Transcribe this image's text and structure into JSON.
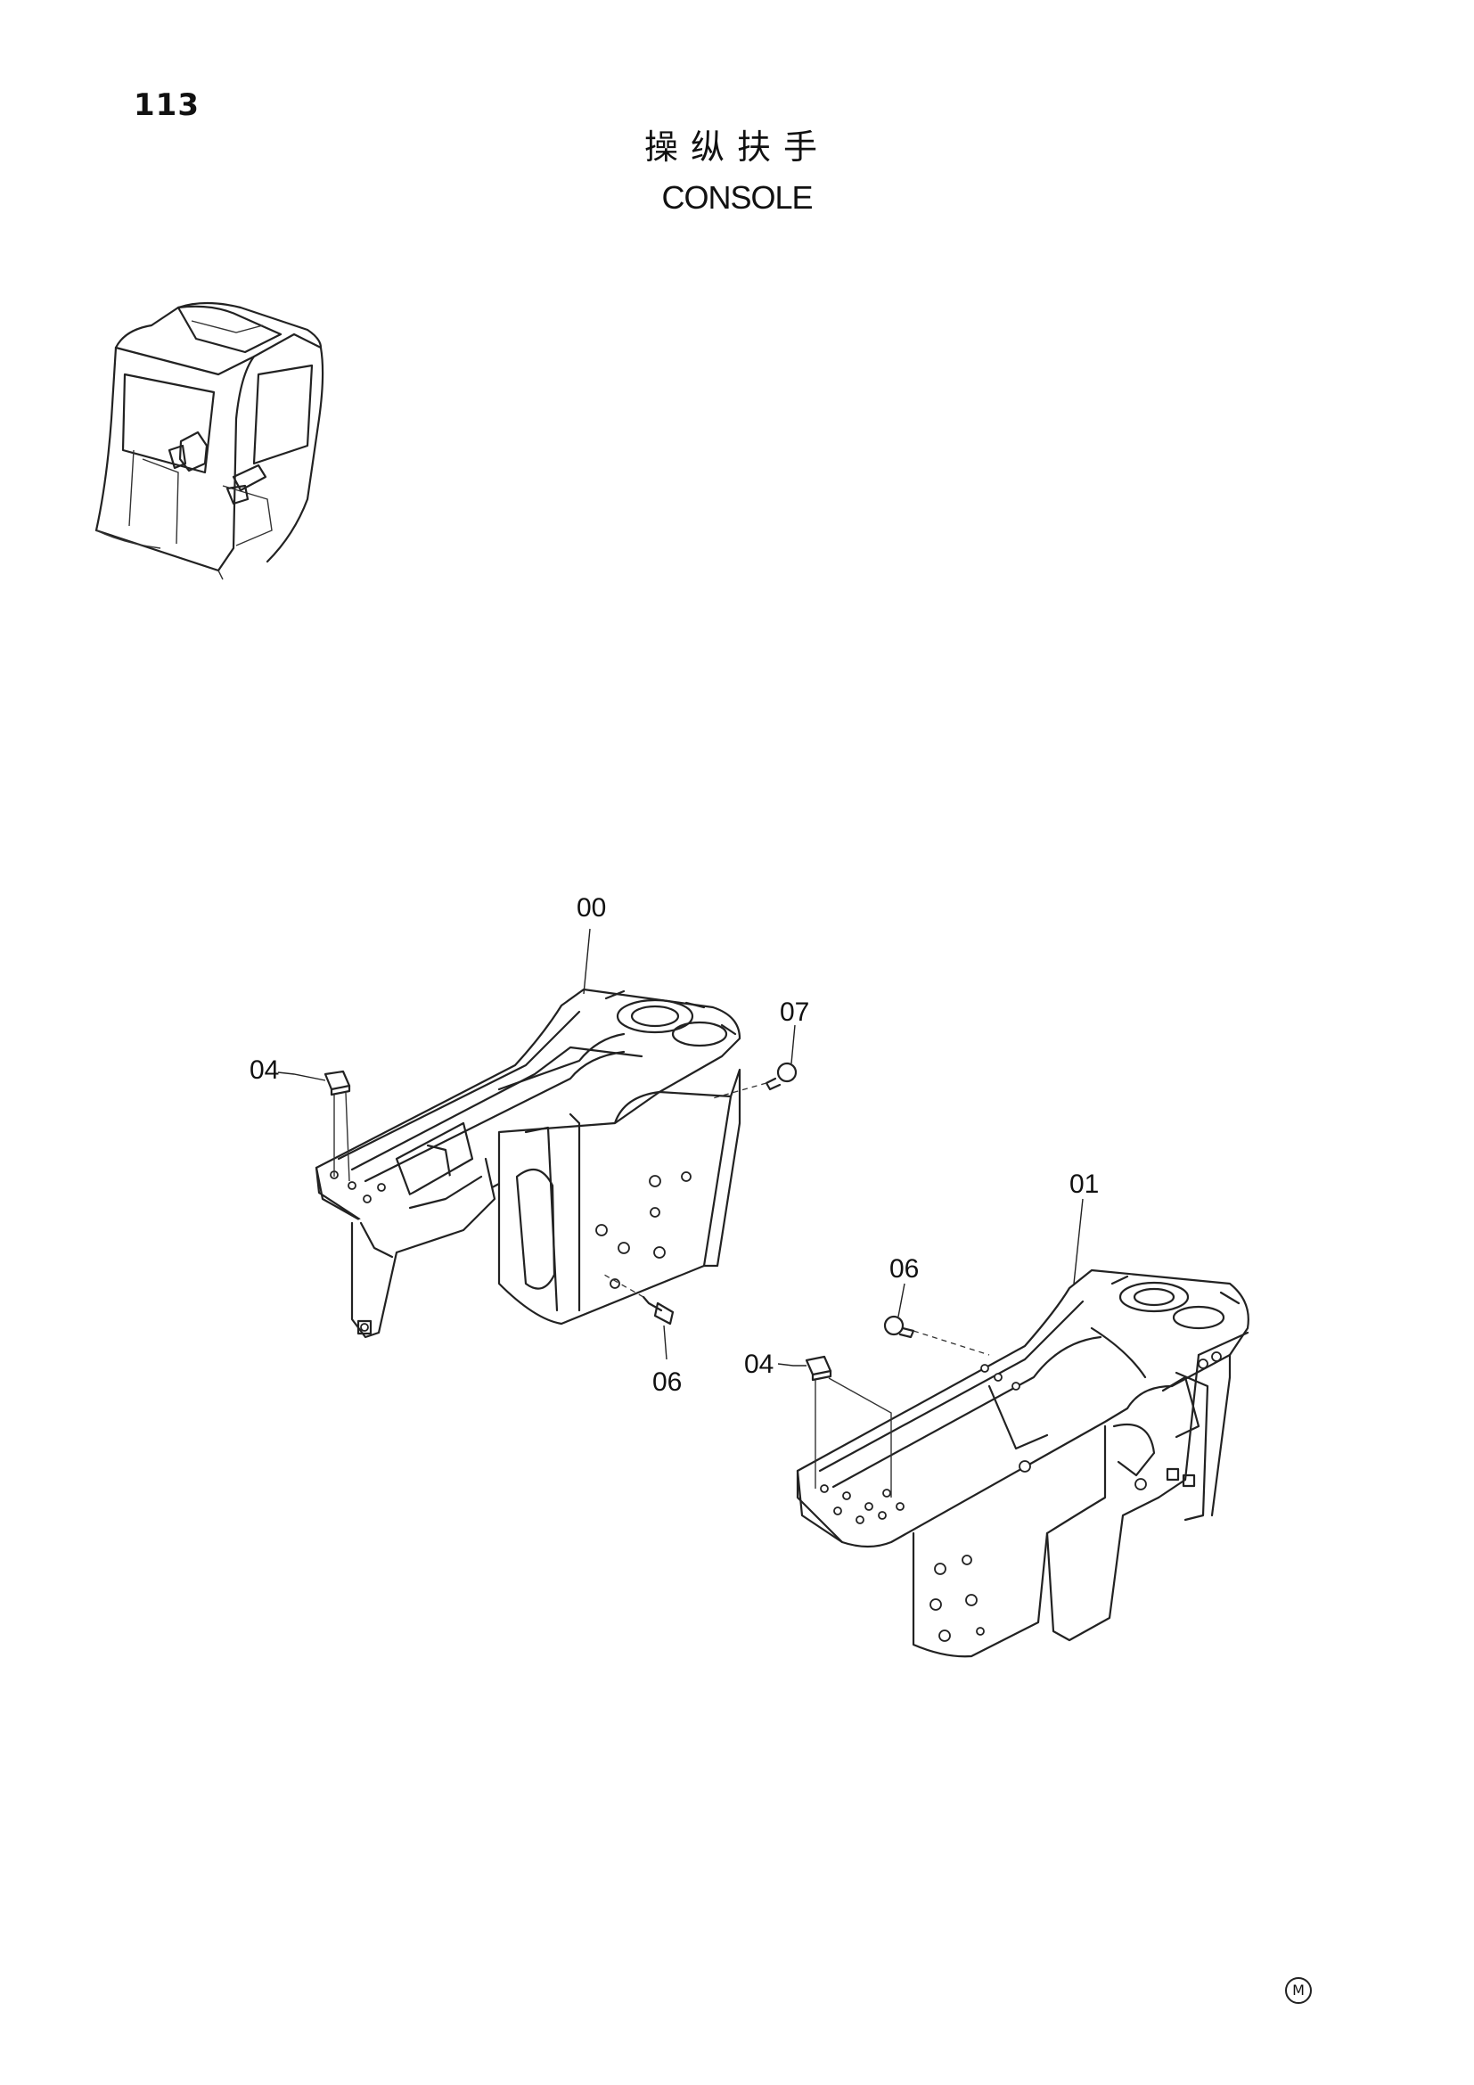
{
  "page_number": "113",
  "title_cn": "操纵扶手",
  "title_en": "CONSOLE",
  "callouts": {
    "c00": "00",
    "c01": "01",
    "c04a": "04",
    "c04b": "04",
    "c06a": "06",
    "c06b": "06",
    "c07": "07"
  },
  "corner_mark": "M"
}
